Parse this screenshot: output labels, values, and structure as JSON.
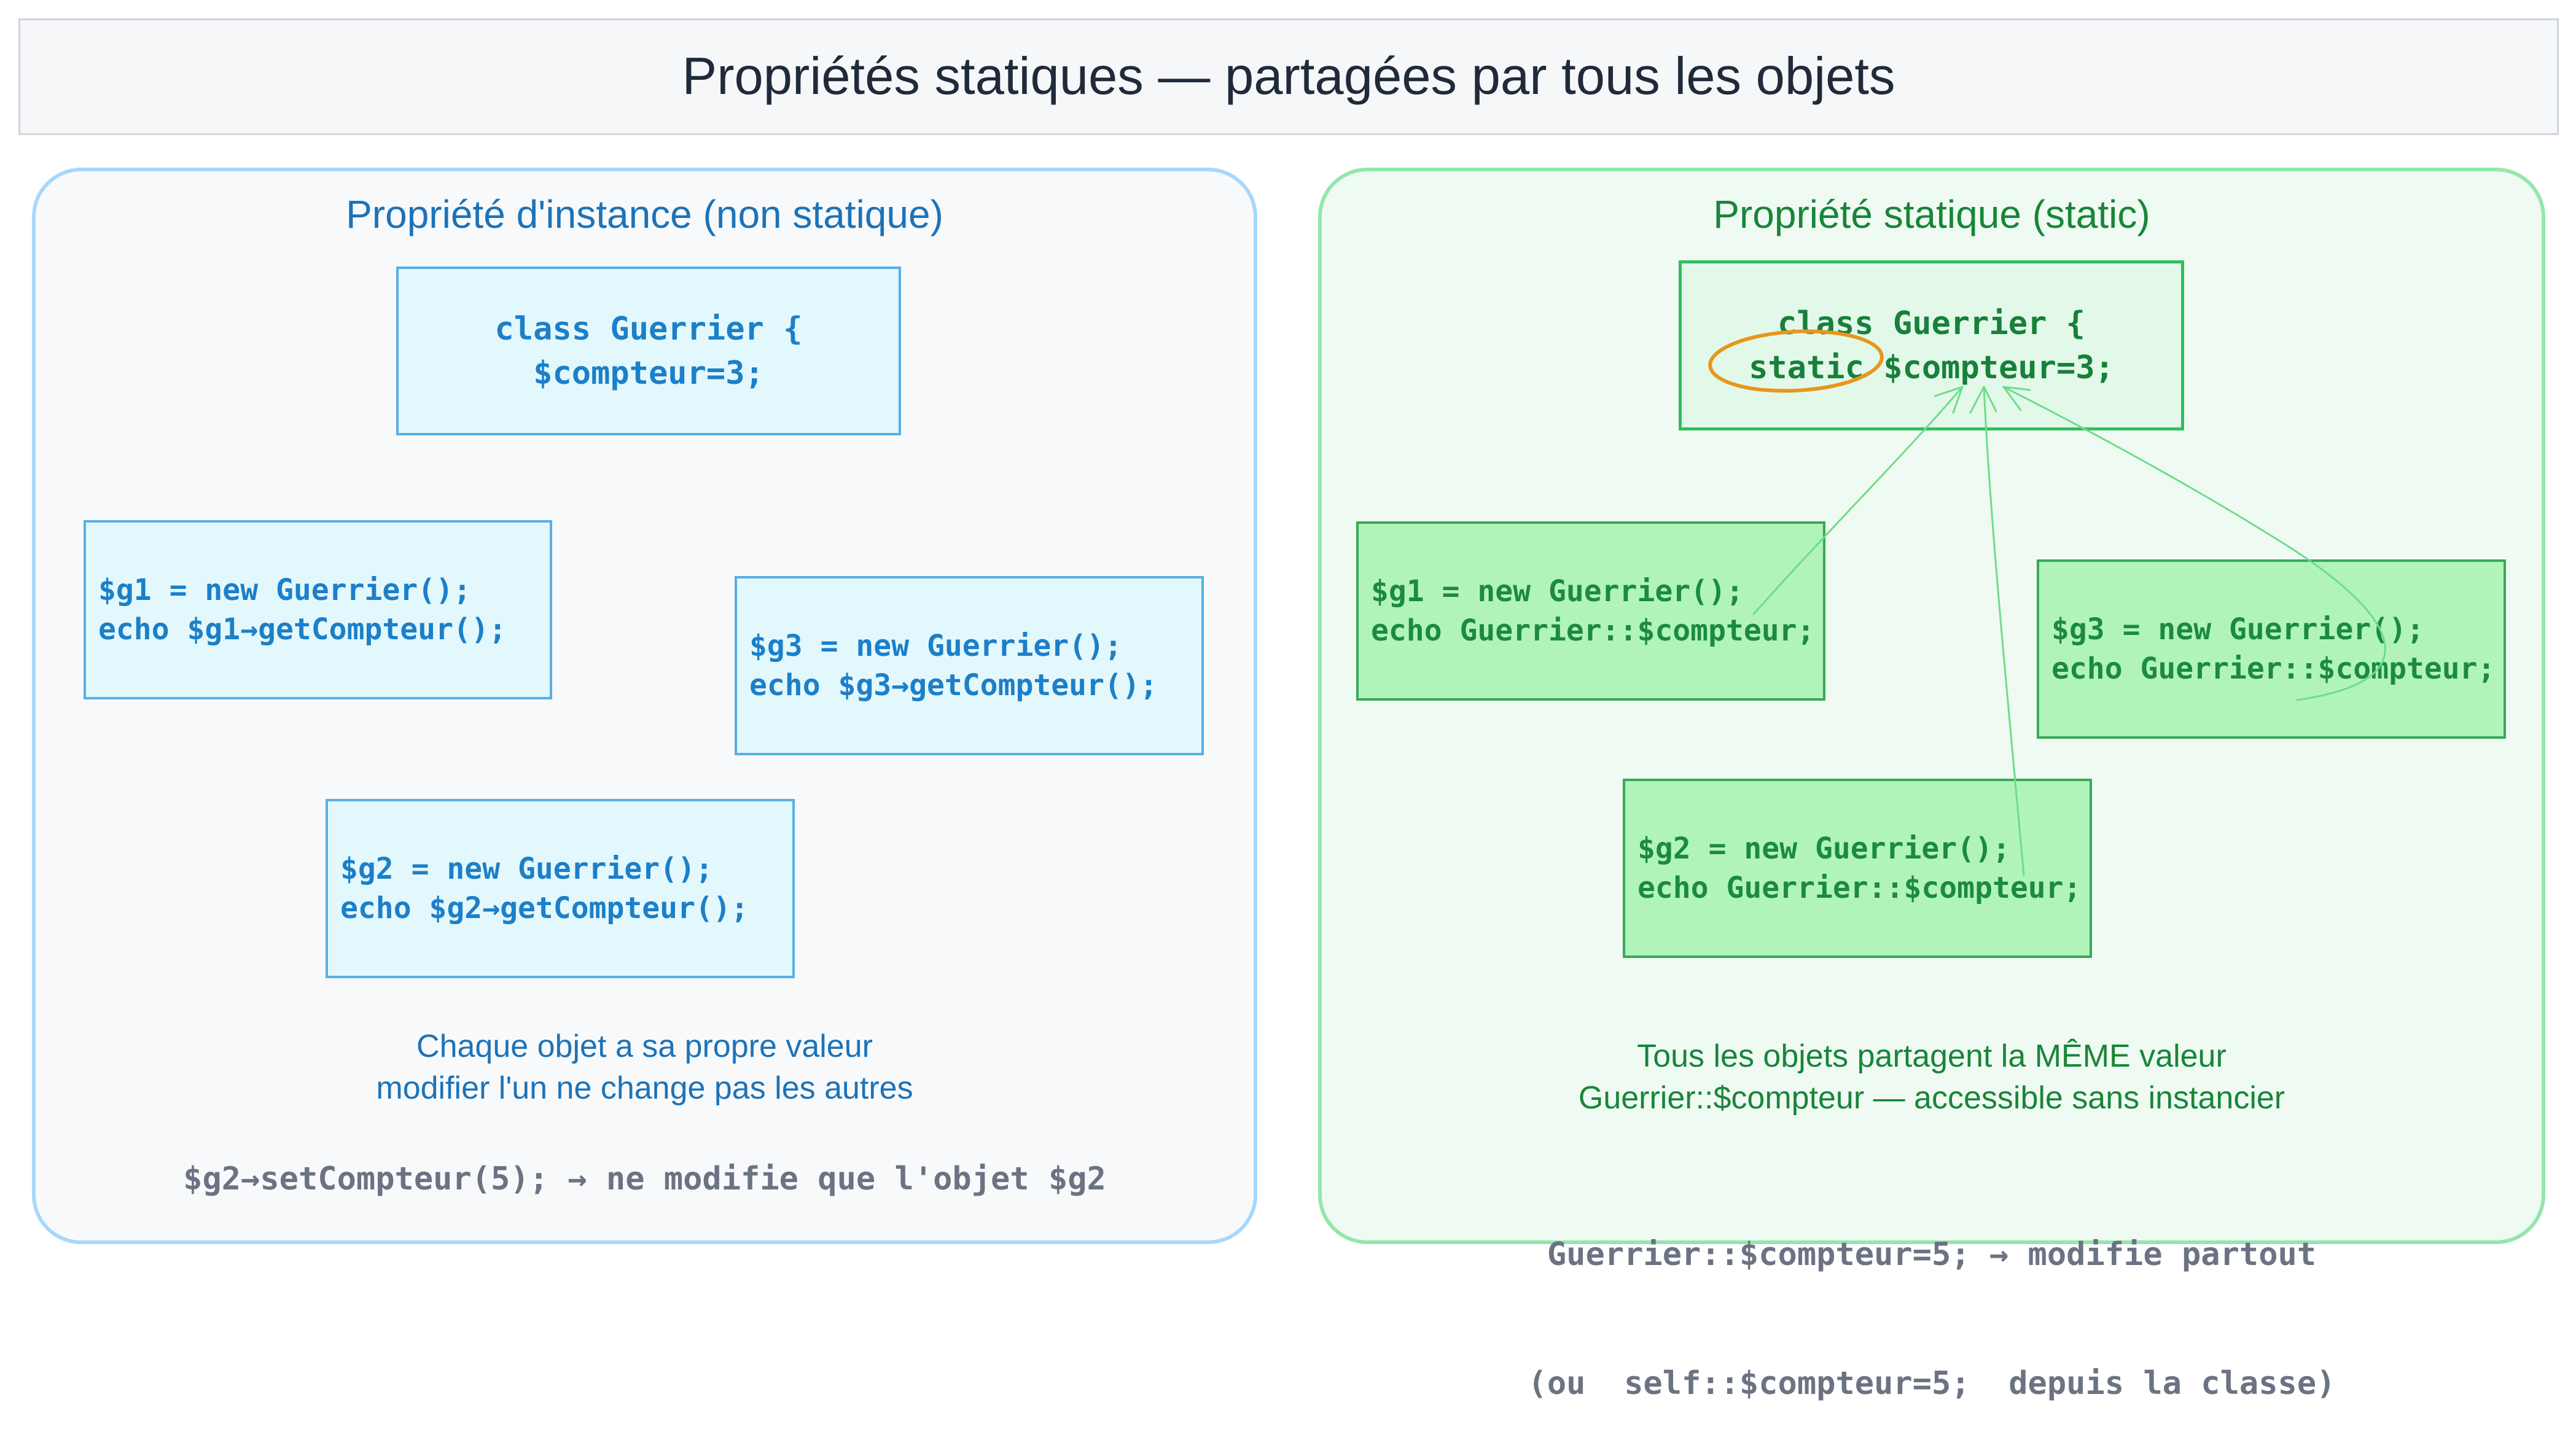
{
  "title": "Propriétés statiques — partagées par tous les objets",
  "left_panel": {
    "heading": "Propriété d'instance (non statique)",
    "class_line1": "class Guerrier {",
    "class_line2": "$compteur=3;",
    "g1_line1": "$g1 = new Guerrier();",
    "g1_line2": "echo $g1→getCompteur();",
    "g3_line1": "$g3 = new Guerrier();",
    "g3_line2": "echo $g3→getCompteur();",
    "g2_line1": "$g2 = new Guerrier();",
    "g2_line2": "echo $g2→getCompteur();",
    "note_line1": "Chaque objet a sa propre valeur",
    "note_line2": "modifier l'un ne change pas les autres",
    "bottom": "$g2→setCompteur(5); → ne modifie que l'objet $g2"
  },
  "right_panel": {
    "heading": "Propriété statique (static)",
    "class_line1": "class Guerrier {",
    "class_static": "static",
    "class_rest": " $compteur=3;",
    "g1_line1": "$g1 = new Guerrier();",
    "g1_line2": "echo Guerrier::$compteur;",
    "g3_line1": "$g3 = new Guerrier();",
    "g3_line2": "echo Guerrier::$compteur;",
    "g2_line1": "$g2 = new Guerrier();",
    "g2_line2": "echo Guerrier::$compteur;",
    "note_line1": "Tous les objets partagent la MÊME valeur",
    "note_line2": "Guerrier::$compteur — accessible sans instancier",
    "bottom_line1": "Guerrier::$compteur=5; → modifie partout",
    "bottom_line2": "(ou  self::$compteur=5;  depuis la classe)"
  },
  "colors": {
    "blue_accent": "#1c73b8",
    "green_accent": "#18853a",
    "highlight_circle": "#e8961e",
    "arrow": "#6fdc8c"
  }
}
